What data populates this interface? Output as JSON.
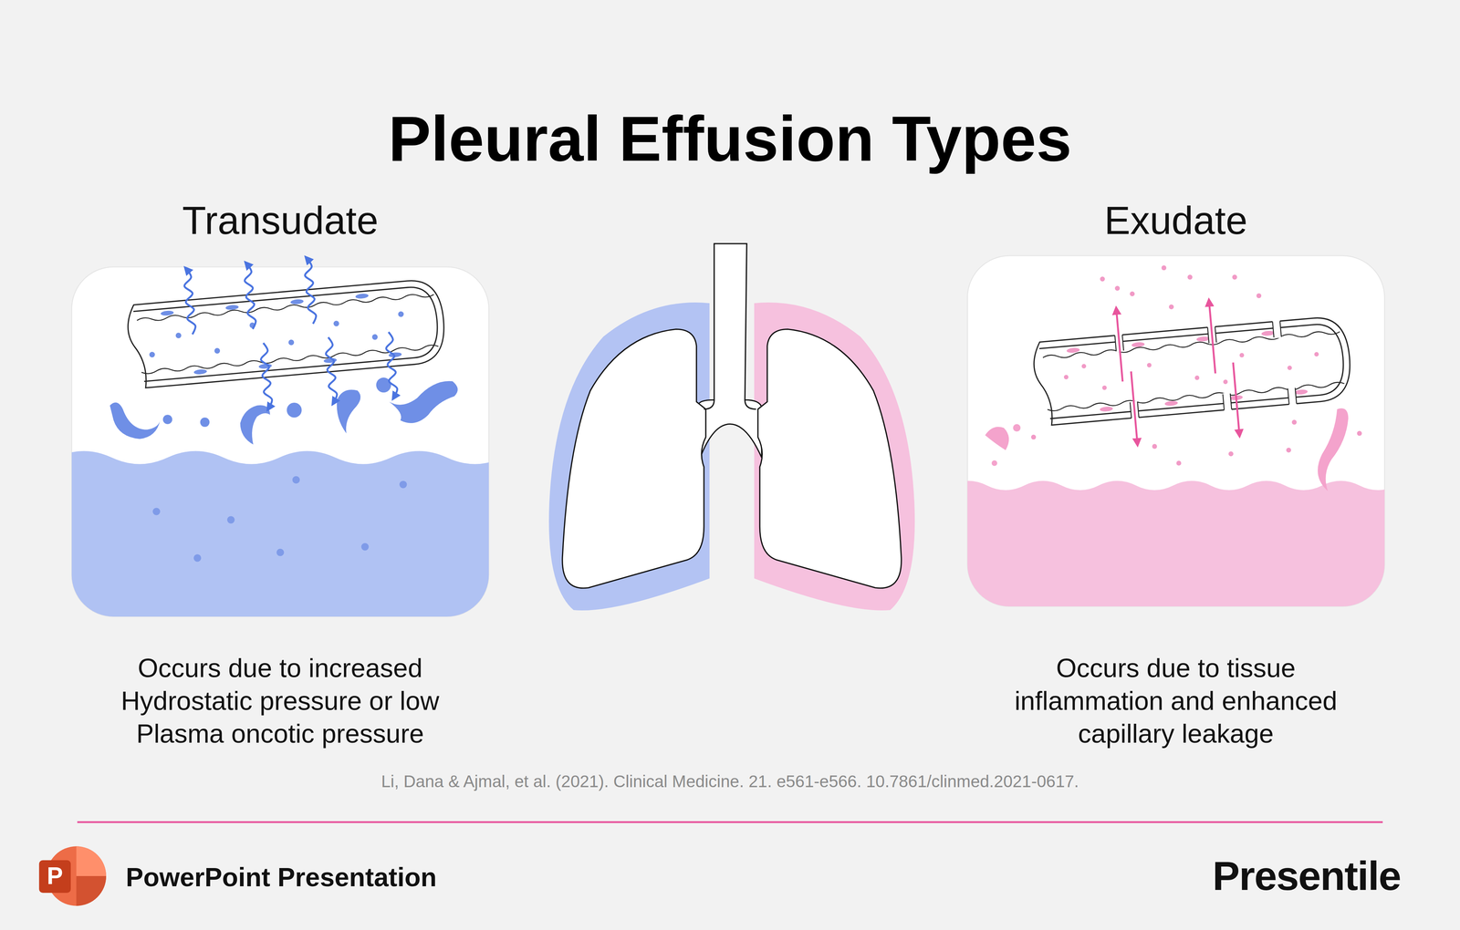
{
  "diagram": {
    "title": "Pleural Effusion Types",
    "nodes": [
      {
        "text": [
          "Transudate",
          "Occurs due to increased Hydrostatic pressure or low Plasma oncotic pressure"
        ]
      },
      {
        "text": [
          "Exudate",
          "Occurs due to tissue inflammation and enhanced capillary leakage"
        ]
      }
    ],
    "labels": [
      "Li, Dana & Ajmal, et al. (2021). Clinical Medicine. 21. e561-e566. 10.7861/clinmed.2021-0617.",
      "P",
      "PowerPoint Presentation",
      "Presentile"
    ]
  }
}
